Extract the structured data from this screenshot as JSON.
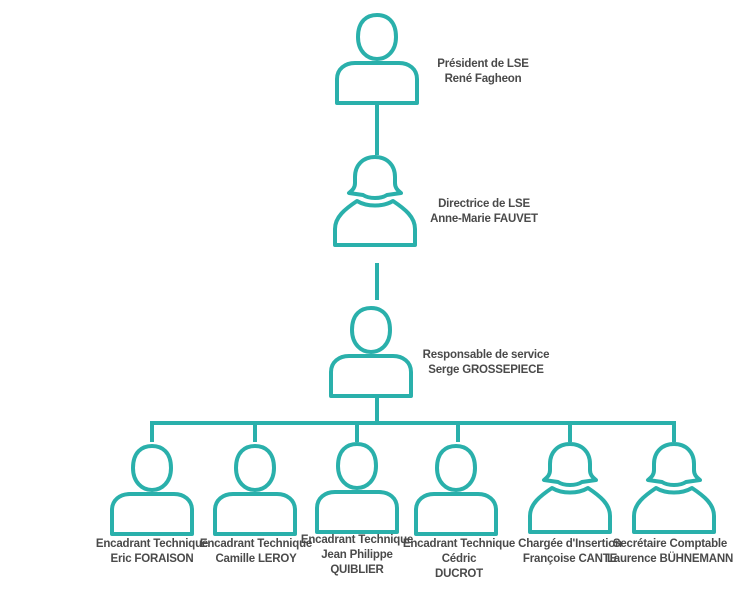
{
  "colors": {
    "line": "#2ab0ab",
    "text": "#4a4a4a",
    "background": "#ffffff"
  },
  "top": [
    {
      "icon": "man-icon",
      "role": "Président de LSE",
      "name": "René Fagheon"
    },
    {
      "icon": "woman-icon",
      "role": "Directrice de LSE",
      "name": "Anne-Marie FAUVET"
    },
    {
      "icon": "man-icon",
      "role": "Responsable de service",
      "name": "Serge GROSSEPIECE"
    }
  ],
  "staff": [
    {
      "icon": "man-icon",
      "lines": [
        "Encadrant Technique",
        "Eric FORAISON"
      ]
    },
    {
      "icon": "man-icon",
      "lines": [
        "Encadrant Technique",
        "Camille LEROY"
      ]
    },
    {
      "icon": "man-icon",
      "lines": [
        "Encadrant Technique",
        "Jean Philippe",
        "QUIBLIER"
      ]
    },
    {
      "icon": "man-icon",
      "lines": [
        "Encadrant Technique",
        "Cédric",
        "DUCROT"
      ]
    },
    {
      "icon": "woman-icon",
      "lines": [
        "Chargée d'Insertion",
        "Françoise CANTE"
      ]
    },
    {
      "icon": "woman-icon",
      "lines": [
        "Secrétaire Comptable",
        "Laurence BÜHNEMANN"
      ]
    }
  ]
}
